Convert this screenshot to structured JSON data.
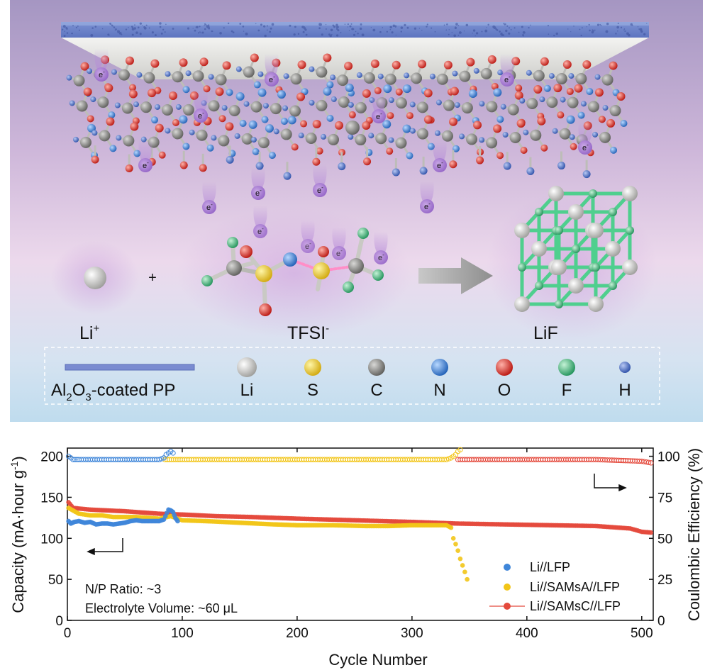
{
  "schematic": {
    "electron_label": "e",
    "electron_sup": "-",
    "reactants": {
      "li_ion": {
        "label": "Li",
        "sup": "+"
      },
      "plus": "+",
      "anion": {
        "label": "TFSI",
        "sup": "-"
      },
      "product": {
        "label": "LiF"
      }
    },
    "legend": {
      "separator": {
        "part1": "Al",
        "sub1": "2",
        "part2": "O",
        "sub2": "3",
        "part3": "-coated PP"
      },
      "atoms": [
        {
          "symbol": "Li",
          "color": "#d9d9d6"
        },
        {
          "symbol": "S",
          "color": "#f0d31c"
        },
        {
          "symbol": "C",
          "color": "#8a8a86"
        },
        {
          "symbol": "N",
          "color": "#3f86d9"
        },
        {
          "symbol": "O",
          "color": "#e4322b"
        },
        {
          "symbol": "F",
          "color": "#3dbb7e"
        },
        {
          "symbol": "H",
          "color": "#3f6fc7"
        }
      ]
    }
  },
  "chart_data": {
    "type": "scatter",
    "xlabel": "Cycle Number",
    "ylabel": "Capacity (mA·hour g",
    "ylabel_sup": "-1",
    "ylabel_end": ")",
    "y2label": "Coulombic Efficiency (%)",
    "xlim": [
      0,
      510
    ],
    "ylim": [
      0,
      210
    ],
    "y2lim": [
      0,
      105
    ],
    "xticks": [
      "0",
      "100",
      "200",
      "300",
      "400",
      "500"
    ],
    "yticks": [
      "0",
      "50",
      "100",
      "150",
      "200"
    ],
    "y2ticks": [
      "0",
      "25",
      "50",
      "75",
      "100"
    ],
    "annotation_lines": [
      "N/P Ratio: ~3",
      "Electrolyte Volume: ~60 μL"
    ],
    "legend_position": "bottom-right",
    "series": [
      {
        "name": "Li//LFP",
        "color": "#3f86d9",
        "capacity": [
          [
            1,
            121
          ],
          [
            3,
            118
          ],
          [
            6,
            120
          ],
          [
            10,
            121
          ],
          [
            15,
            119
          ],
          [
            20,
            120
          ],
          [
            25,
            117
          ],
          [
            30,
            118
          ],
          [
            35,
            118
          ],
          [
            40,
            117
          ],
          [
            45,
            118
          ],
          [
            50,
            119
          ],
          [
            55,
            121
          ],
          [
            60,
            122
          ],
          [
            65,
            121
          ],
          [
            70,
            121
          ],
          [
            75,
            121
          ],
          [
            80,
            121
          ],
          [
            84,
            123
          ],
          [
            88,
            135
          ],
          [
            90,
            134
          ],
          [
            92,
            132
          ],
          [
            94,
            125
          ],
          [
            96,
            121
          ]
        ],
        "efficiency": [
          [
            1,
            100
          ],
          [
            5,
            98
          ],
          [
            10,
            98
          ],
          [
            20,
            98
          ],
          [
            30,
            98
          ],
          [
            40,
            98
          ],
          [
            50,
            98
          ],
          [
            60,
            98
          ],
          [
            70,
            98
          ],
          [
            80,
            98
          ],
          [
            84,
            99
          ],
          [
            86,
            101
          ],
          [
            88,
            102
          ],
          [
            90,
            103
          ],
          [
            92,
            102
          ]
        ]
      },
      {
        "name": "Li//SAMsA//LFP",
        "color": "#f2c518",
        "capacity": [
          [
            1,
            137
          ],
          [
            10,
            130
          ],
          [
            20,
            128
          ],
          [
            30,
            128
          ],
          [
            40,
            126
          ],
          [
            50,
            126
          ],
          [
            60,
            126
          ],
          [
            70,
            125
          ],
          [
            80,
            124
          ],
          [
            90,
            127
          ],
          [
            100,
            122
          ],
          [
            120,
            121
          ],
          [
            150,
            119
          ],
          [
            180,
            117
          ],
          [
            200,
            116
          ],
          [
            230,
            116
          ],
          [
            260,
            115
          ],
          [
            280,
            115
          ],
          [
            300,
            116
          ],
          [
            320,
            116
          ],
          [
            330,
            116
          ],
          [
            334,
            113
          ],
          [
            336,
            100
          ],
          [
            338,
            93
          ],
          [
            340,
            85
          ],
          [
            342,
            75
          ],
          [
            344,
            67
          ],
          [
            346,
            59
          ],
          [
            348,
            50
          ]
        ],
        "efficiency": [
          [
            85,
            98
          ],
          [
            100,
            98
          ],
          [
            150,
            98
          ],
          [
            200,
            98
          ],
          [
            250,
            98
          ],
          [
            300,
            98
          ],
          [
            330,
            98
          ],
          [
            334,
            99
          ],
          [
            336,
            100
          ],
          [
            338,
            101
          ],
          [
            340,
            103
          ],
          [
            342,
            104
          ]
        ]
      },
      {
        "name": "Li//SAMsC//LFP",
        "color": "#e4493c",
        "capacity": [
          [
            1,
            144
          ],
          [
            5,
            137
          ],
          [
            20,
            135
          ],
          [
            50,
            133
          ],
          [
            80,
            130
          ],
          [
            100,
            129
          ],
          [
            130,
            127
          ],
          [
            160,
            126
          ],
          [
            200,
            124
          ],
          [
            250,
            122
          ],
          [
            300,
            120
          ],
          [
            340,
            118
          ],
          [
            380,
            117
          ],
          [
            420,
            116
          ],
          [
            460,
            115
          ],
          [
            490,
            112
          ],
          [
            500,
            108
          ],
          [
            508,
            107
          ]
        ],
        "efficiency": [
          [
            340,
            98
          ],
          [
            380,
            98
          ],
          [
            420,
            98
          ],
          [
            460,
            98
          ],
          [
            500,
            97
          ],
          [
            508,
            96
          ]
        ]
      }
    ]
  }
}
